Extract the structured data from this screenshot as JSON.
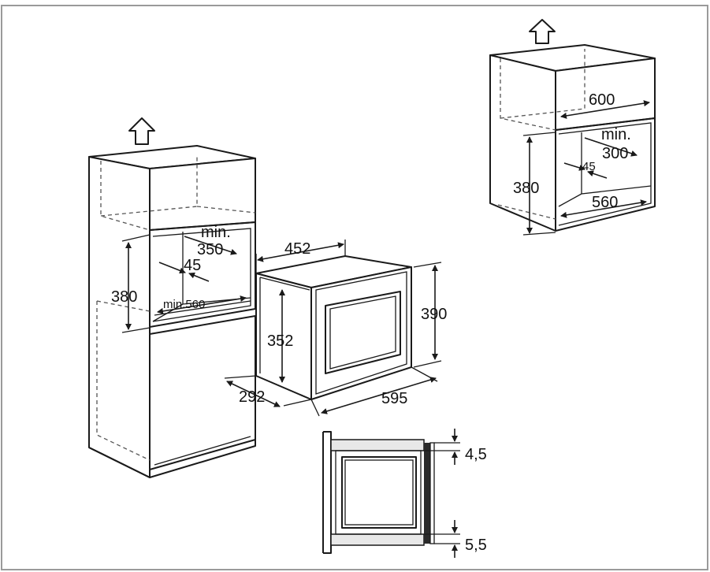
{
  "labels": {
    "tall_width": "452",
    "tall_min": "min.",
    "tall_depth": "350",
    "tall_gap": "45",
    "tall_height": "380",
    "tall_niche": "min.560",
    "oven_height_front": "352",
    "oven_height": "390",
    "oven_depth": "292",
    "oven_width": "595",
    "wall_width": "600",
    "wall_min": "min.",
    "wall_depth": "300",
    "wall_gap": "45",
    "wall_height": "380",
    "wall_niche": "560",
    "detail_top": "4,5",
    "detail_bottom": "5,5"
  },
  "colors": {
    "line": "#1a1a1a",
    "frame": "#9a9a9a",
    "background": "#ffffff"
  }
}
